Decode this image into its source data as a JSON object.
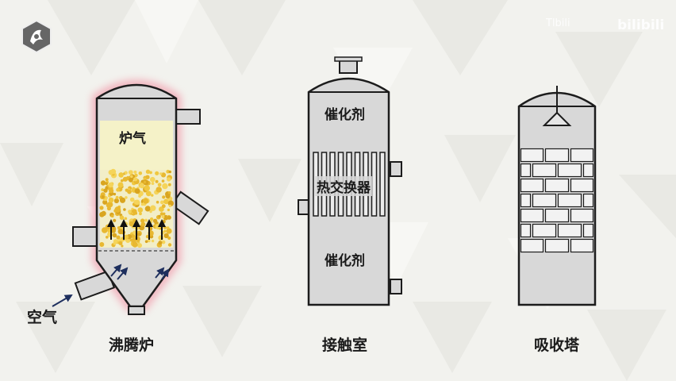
{
  "furnace": {
    "name": "沸腾炉",
    "gas_label": "炉气",
    "air_label": "空气"
  },
  "contact_chamber": {
    "name": "接触室",
    "catalyst_top": "催化剂",
    "heat_exchanger": "热交换器",
    "catalyst_bottom": "催化剂"
  },
  "absorption_tower": {
    "name": "吸收塔"
  },
  "watermark": {
    "left_text": "Tlbili",
    "right_text": "bilibili"
  },
  "colors": {
    "vessel_fill": "#d8d8d8",
    "outline": "#1c1c1c",
    "ore": "#e8b830",
    "gas_zone": "#f5f2c8",
    "glow": "#f07890",
    "arrow": "#1e2f5e"
  }
}
